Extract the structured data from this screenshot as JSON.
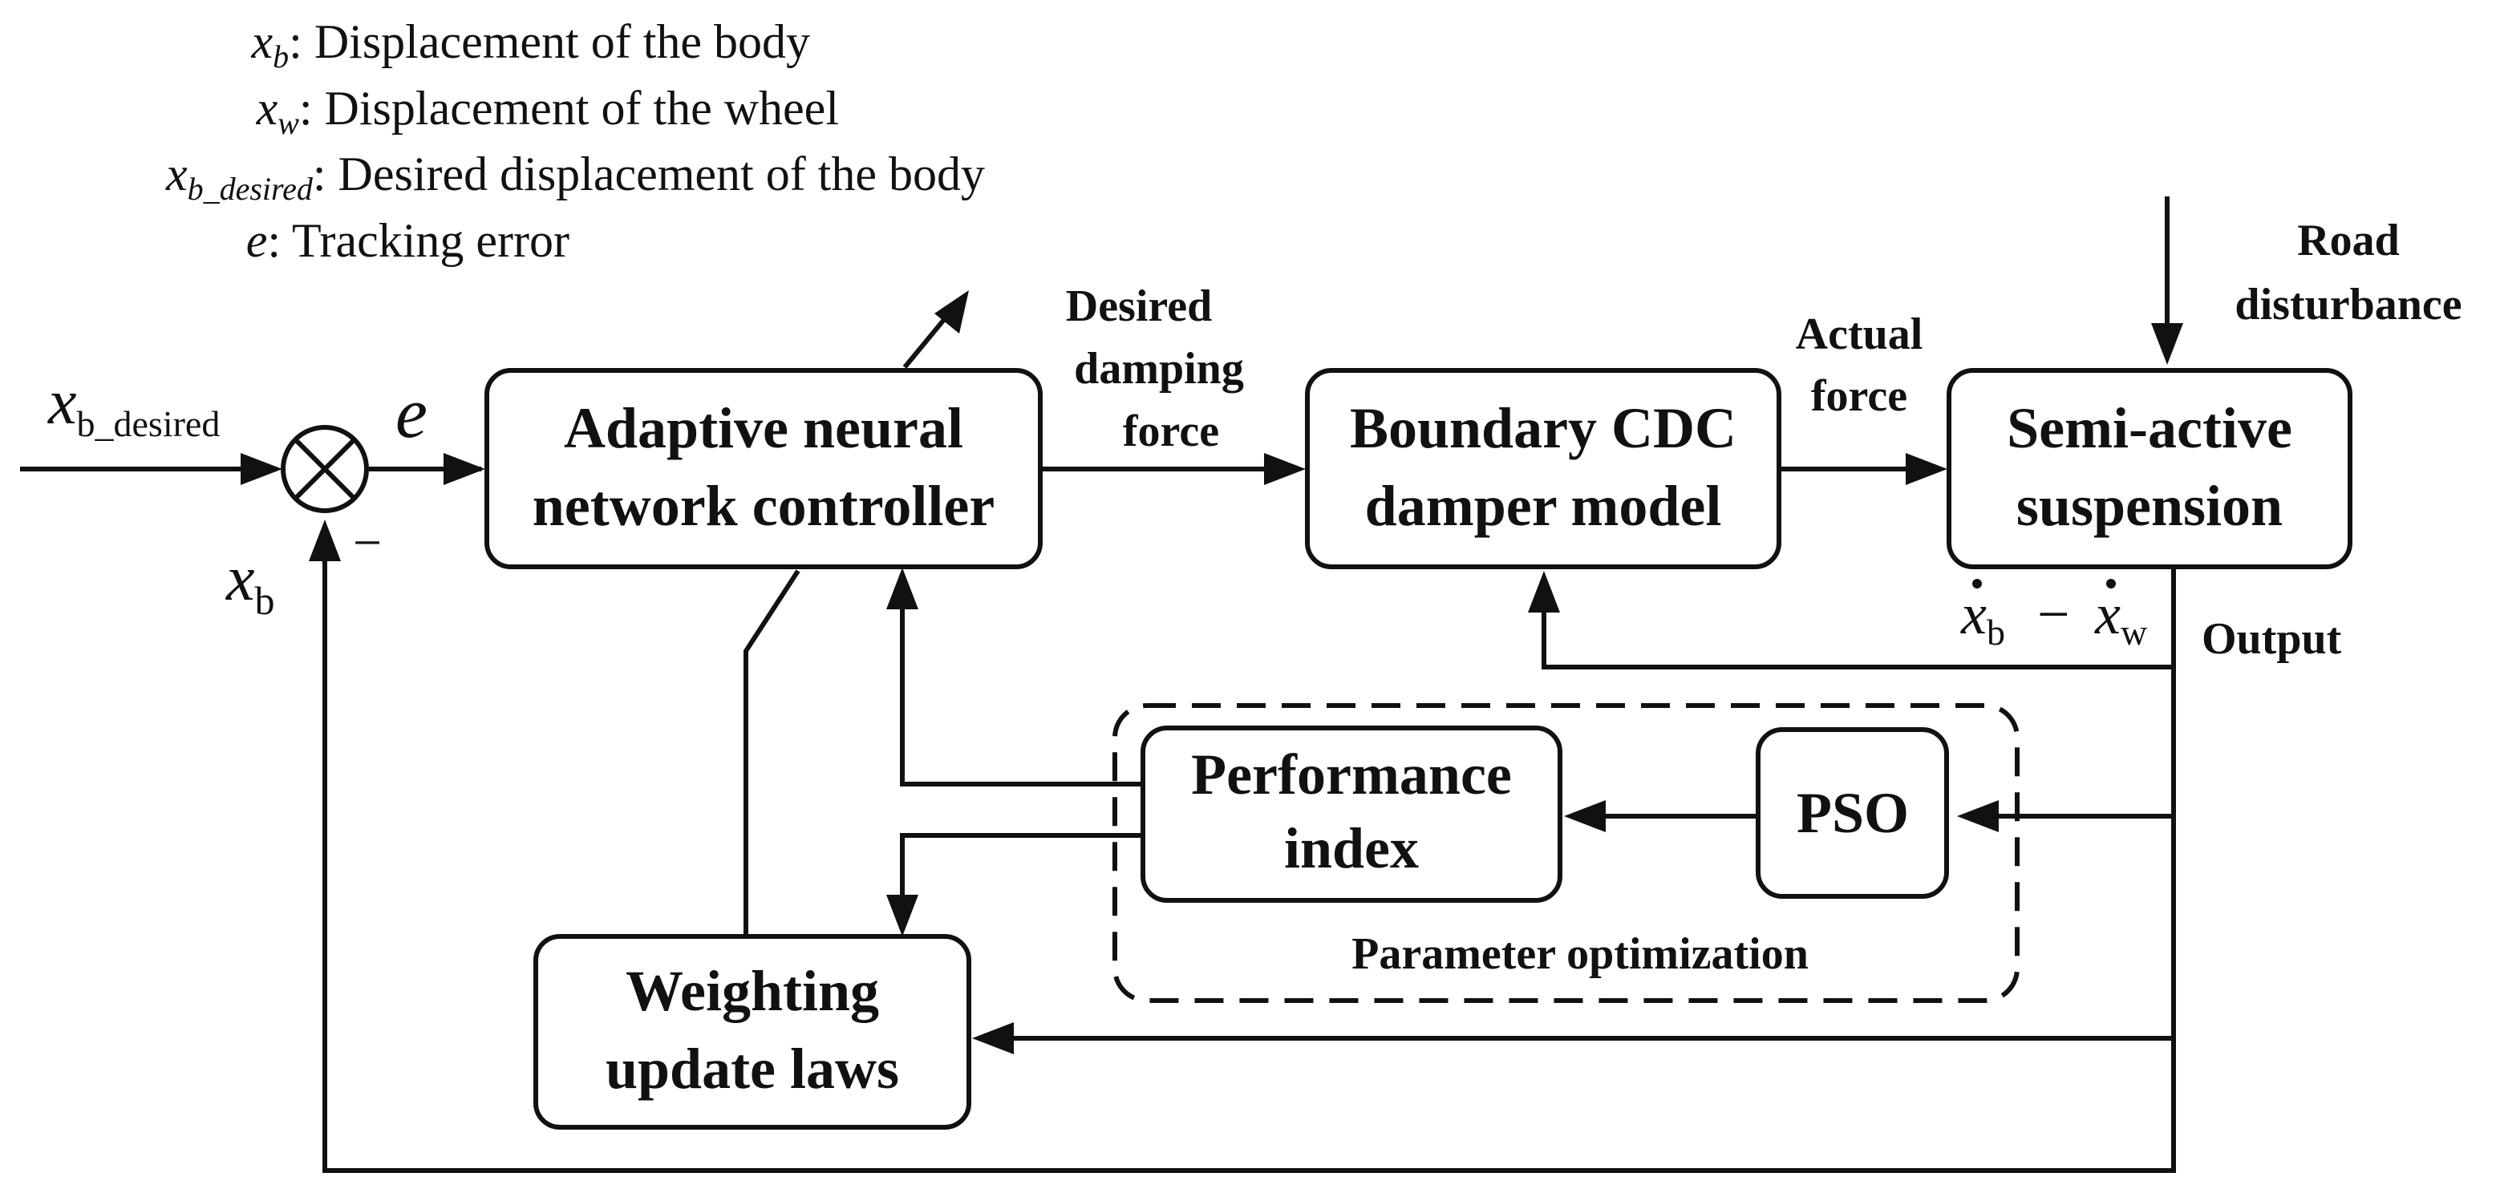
{
  "legend": [
    {
      "sym": "x",
      "sub": "b",
      "desc": ": Displacement of the body"
    },
    {
      "sym": "x",
      "sub": "w",
      "desc": ": Displacement of the wheel"
    },
    {
      "sym": "x",
      "sub": "b_desired",
      "desc": ": Desired displacement of the body"
    },
    {
      "sym": "e",
      "sub": "",
      "desc": ": Tracking error"
    }
  ],
  "blocks": {
    "controller": [
      "Adaptive neural",
      "network controller"
    ],
    "damper": [
      "Boundary CDC",
      "damper model"
    ],
    "suspension": [
      "Semi-active",
      "suspension"
    ],
    "performance": [
      "Performance",
      "index"
    ],
    "pso": [
      "PSO"
    ],
    "weighting": [
      "Weighting",
      "update laws"
    ]
  },
  "labels": {
    "input_sym": "x",
    "input_sub": "b_desired",
    "error": "e",
    "feedback_sym": "x",
    "feedback_sub": "b",
    "minus": "−",
    "desired_force": [
      "Desired",
      "damping",
      "force"
    ],
    "actual_force": [
      "Actual",
      "force"
    ],
    "road": [
      "Road",
      "disturbance"
    ],
    "velocity_b_sym": "x",
    "velocity_b_sub": "b",
    "velocity_minus": "−",
    "velocity_w_sym": "x",
    "velocity_w_sub": "w",
    "output": "Output",
    "optimization": "Parameter optimization"
  }
}
